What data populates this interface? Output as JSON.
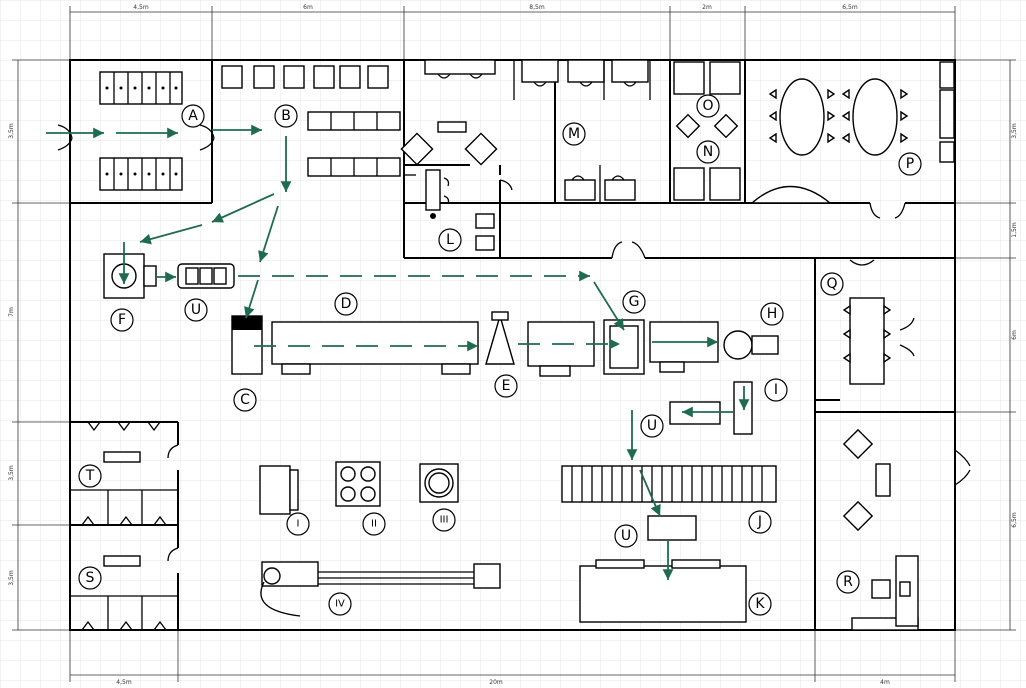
{
  "dimensions": {
    "top": [
      "4,5m",
      "6m",
      "8,5m",
      "2m",
      "6,5m"
    ],
    "bottom": [
      "4,5m",
      "20m",
      "4m"
    ],
    "left": [
      "3,5m",
      "7m",
      "3,5m",
      "3,5m"
    ],
    "right": [
      "3,5m",
      "1,5m",
      "6m",
      "6,5m"
    ]
  },
  "stations": [
    "A",
    "B",
    "C",
    "D",
    "E",
    "F",
    "G",
    "H",
    "I",
    "J",
    "K",
    "L",
    "M",
    "N",
    "O",
    "P",
    "Q",
    "R",
    "S",
    "T",
    "U"
  ],
  "machines": [
    "I",
    "II",
    "III",
    "IV"
  ],
  "colors": {
    "flow": "#1e6b4f",
    "grid": "#e6e6e6",
    "wall": "#000000"
  }
}
